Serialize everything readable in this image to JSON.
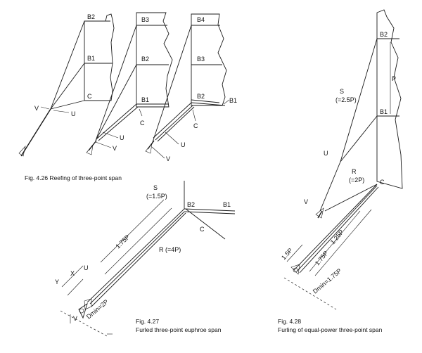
{
  "fig426": {
    "caption": "Fig. 4.26   Reefing of three-point span",
    "labels": {
      "a_B2": "B2",
      "a_B1": "B1",
      "a_C": "C",
      "a_V": "V",
      "a_U": "U",
      "b_B3": "B3",
      "b_B2": "B2",
      "b_B1": "B1",
      "b_C": "C",
      "b_U": "U",
      "b_V": "V",
      "c_B4": "B4",
      "c_B3": "B3",
      "c_B2": "B2",
      "c_B1": "B1",
      "c_C": "C",
      "c_U": "U",
      "c_V": "V"
    }
  },
  "fig427": {
    "caption_num": "Fig. 4.27",
    "caption_text": "Furled three-point euphroe span",
    "labels": {
      "S": "S",
      "S_eq": "(=1.5P)",
      "B2": "B2",
      "B1": "B1",
      "C": "C",
      "len175": "1.75P",
      "R": "R (=4P)",
      "X": "X",
      "Y": "Y",
      "U": "U",
      "V": "V",
      "Dmin": "Dmin=2P"
    }
  },
  "fig428": {
    "caption_num": "Fig. 4.28",
    "caption_text": "Furling of equal-power three-point span",
    "labels": {
      "B2": "B2",
      "B1": "B1",
      "P": "P",
      "S": "S",
      "S_eq": "(=2.5P)",
      "U": "U",
      "R": "R",
      "R_eq": "(=2P)",
      "C": "C",
      "V": "V",
      "len15": "1.5P",
      "len125": "1.25P",
      "len175": "1.75P",
      "Dmin": "Dmin=1.75P"
    }
  }
}
